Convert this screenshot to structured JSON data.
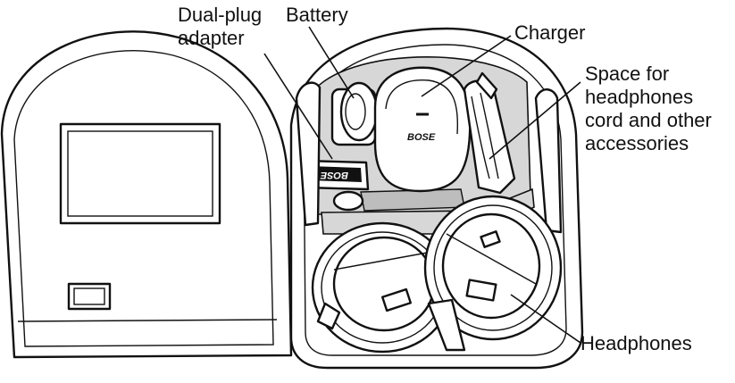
{
  "labels": {
    "dual_plug_adapter": [
      "Dual-plug",
      "adapter"
    ],
    "battery": "Battery",
    "charger": "Charger",
    "space_for_accessories": [
      "Space for",
      "headphones",
      "cord and other",
      "accessories"
    ],
    "headphones": "Headphones"
  },
  "brand": {
    "charger": "BOSE",
    "adapter": "BOSE"
  },
  "colors": {
    "line": "#111111",
    "tray": "#d7d7d7",
    "background": "#ffffff"
  }
}
